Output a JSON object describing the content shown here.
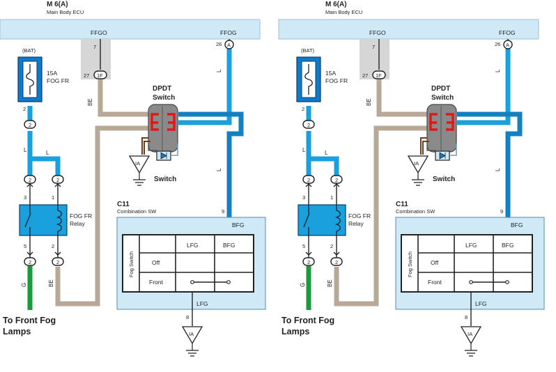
{
  "panels": [
    {
      "ecu_code": "M 6(A)",
      "ecu_name": "Main Body ECU",
      "ffgo_label": "FFGO",
      "ffgo_pin": "7",
      "ffog_label": "FFOG",
      "ffog_pin": "26",
      "conn_a": "A",
      "pin_27": "27",
      "conn_1f": "1F",
      "bat_label": "(BAT)",
      "fuse_amp": "15A",
      "fuse_name": "FOG FR",
      "dpdt_line1": "DPDT",
      "dpdt_line2": "Switch",
      "switch_label": "Switch",
      "ia_label": "IA",
      "relay_line1": "FOG FR",
      "relay_line2": "Relay",
      "c11_code": "C11",
      "c11_name": "Combination SW",
      "pin_9": "9",
      "bfg_label": "BFG",
      "lfg_label": "LFG",
      "pin_8": "8",
      "table_header_lfg": "LFG",
      "table_header_bfg": "BFG",
      "table_side": "Fog Switch",
      "row_off": "Off",
      "row_front": "Front",
      "wire_l": "L",
      "wire_be": "BE",
      "wire_g": "G",
      "conn_2": "2",
      "pin_2": "2",
      "pin_3": "3",
      "pin_1": "1",
      "pin_5": "5",
      "fog_lamps_line1": "To Front Fog",
      "fog_lamps_line2": "Lamps"
    },
    {
      "ecu_code": "M 6(A)",
      "ecu_name": "Main Body ECU",
      "ffgo_label": "FFGO",
      "ffgo_pin": "7",
      "ffog_label": "FFOG",
      "ffog_pin": "26",
      "conn_a": "A",
      "pin_27": "27",
      "conn_1f": "1F",
      "bat_label": "(BAT)",
      "fuse_amp": "15A",
      "fuse_name": "FOG FR",
      "dpdt_line1": "DPDT",
      "dpdt_line2": "Switch",
      "switch_label": "Switch",
      "ia_label": "IA",
      "relay_line1": "FOG FR",
      "relay_line2": "Relay",
      "c11_code": "C11",
      "c11_name": "Combination SW",
      "pin_9": "9",
      "bfg_label": "BFG",
      "lfg_label": "LFG",
      "pin_8": "8",
      "table_header_lfg": "LFG",
      "table_header_bfg": "BFG",
      "table_side": "Fog Switch",
      "row_off": "Off",
      "row_front": "Front",
      "wire_l": "L",
      "wire_be": "BE",
      "wire_g": "G",
      "conn_2": "2",
      "pin_2": "2",
      "pin_3": "3",
      "pin_1": "1",
      "pin_5": "5",
      "fog_lamps_line1": "To Front Fog",
      "fog_lamps_line2": "Lamps"
    }
  ],
  "colors": {
    "wire_blue": "#1aa0dc",
    "wire_blue_dark": "#1580c0",
    "wire_tan": "#b9a898",
    "wire_green": "#1b9a3a",
    "ecu_fill": "#cfeaf6",
    "fuse_fill": "#1079c8",
    "dpdt_body": "#8a8a8a",
    "dpdt_contact": "#e01818",
    "ffgo_shade": "#d6d6d6",
    "wire_brown": "#6b3e1e"
  }
}
